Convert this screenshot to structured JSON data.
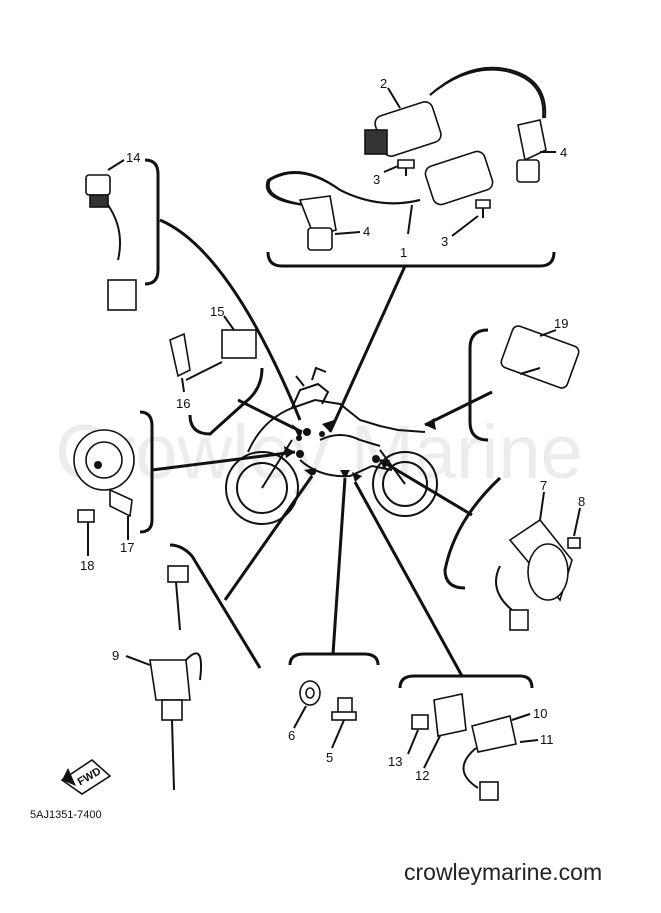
{
  "diagram": {
    "drawing_code": "5AJ1351-7400",
    "watermark": "Crowley Marine",
    "website": "crowleymarine.com",
    "fwd_label": "FWD",
    "callouts": [
      {
        "id": "1",
        "label": "1"
      },
      {
        "id": "2",
        "label": "2"
      },
      {
        "id": "3a",
        "label": "3"
      },
      {
        "id": "3b",
        "label": "3"
      },
      {
        "id": "4a",
        "label": "4"
      },
      {
        "id": "4b",
        "label": "4"
      },
      {
        "id": "5",
        "label": "5"
      },
      {
        "id": "6",
        "label": "6"
      },
      {
        "id": "7",
        "label": "7"
      },
      {
        "id": "8",
        "label": "8"
      },
      {
        "id": "9",
        "label": "9"
      },
      {
        "id": "10",
        "label": "10"
      },
      {
        "id": "11",
        "label": "11"
      },
      {
        "id": "12",
        "label": "12"
      },
      {
        "id": "13",
        "label": "13"
      },
      {
        "id": "14",
        "label": "14"
      },
      {
        "id": "15",
        "label": "15"
      },
      {
        "id": "16",
        "label": "16"
      },
      {
        "id": "17",
        "label": "17"
      },
      {
        "id": "18",
        "label": "18"
      },
      {
        "id": "19",
        "label": "19"
      }
    ]
  }
}
